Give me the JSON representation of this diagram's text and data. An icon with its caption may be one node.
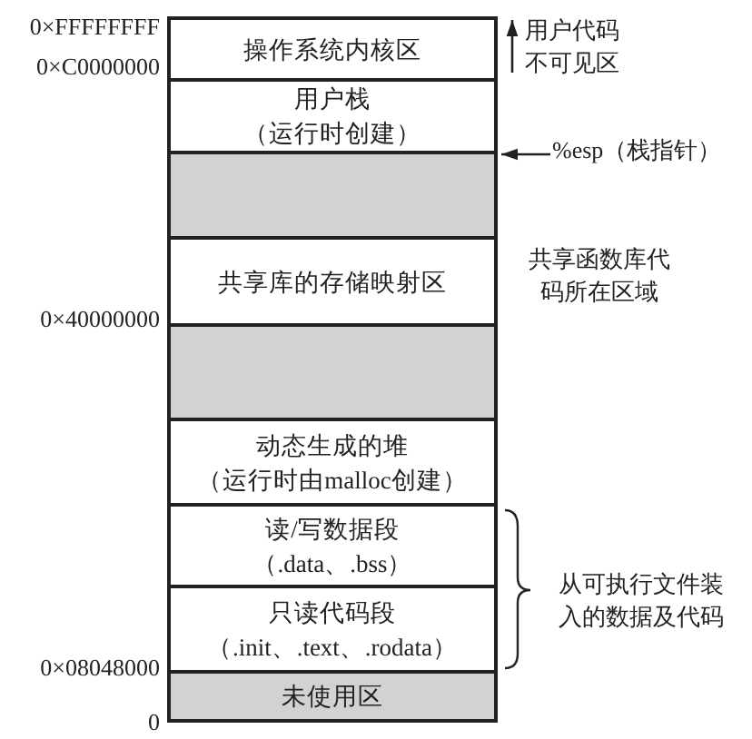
{
  "diagram": {
    "nodes": [
      {
        "text": [
          "操作系统内核区"
        ]
      },
      {
        "text": [
          "用户栈",
          "（运行时创建）"
        ]
      },
      {
        "text": [],
        "shape": "box"
      },
      {
        "text": [
          "共享库的存储映射区"
        ]
      },
      {
        "text": [],
        "shape": "box"
      },
      {
        "text": [
          "动态生成的堆",
          "（运行时由malloc创建）"
        ]
      },
      {
        "text": [
          "读/写数据段",
          "（.data、.bss）"
        ]
      },
      {
        "text": [
          "只读代码段",
          "（.init、.text、.rodata）"
        ]
      },
      {
        "text": [
          "未使用区"
        ]
      },
      {
        "text": [
          "%esp（栈指针）"
        ]
      }
    ],
    "edges": [
      {
        "from": 9,
        "to": 1,
        "arrow": "to"
      }
    ],
    "labels": [
      "0×FFFFFFFF",
      "用户代码不可见区",
      "0×C0000000",
      "共享函数库代码所在区域",
      "0×40000000",
      "从可执行文件装入的数据及代码",
      "0×08048000",
      "0"
    ]
  }
}
